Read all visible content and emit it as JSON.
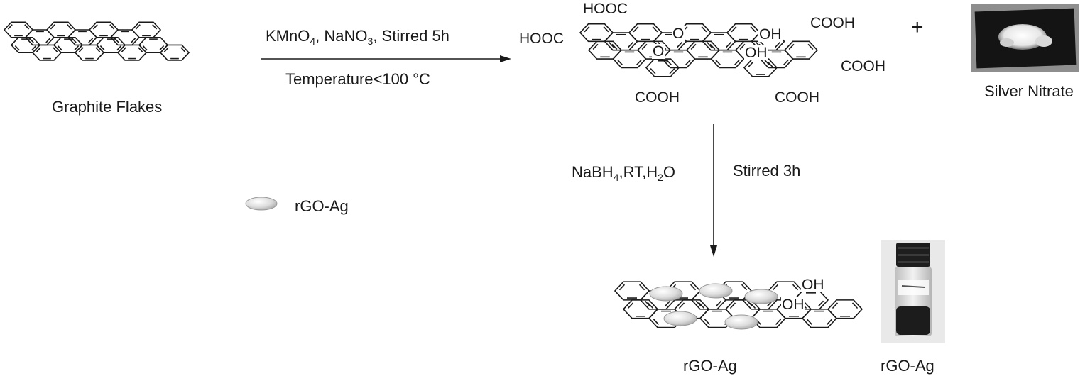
{
  "scheme": {
    "graphite_label": "Graphite Flakes",
    "step1": {
      "reagents": [
        "KMnO",
        "4",
        ", NaNO",
        "3",
        ", Stirred 5h"
      ],
      "conditions": "Temperature<100 °C"
    },
    "go_groups": {
      "cooh_top": "HOOC",
      "cooh_left": "HOOC",
      "cooh_right_top": "COOH",
      "cooh_right_mid": "COOH",
      "cooh_bottom_left": "COOH",
      "cooh_bottom_right": "COOH",
      "oxygen_1": "O",
      "oxygen_2": "O",
      "oh_1": "OH",
      "oh_2": "OH"
    },
    "plus_sign": "+",
    "silver_nitrate_label": "Silver Nitrate",
    "step2": {
      "reagents": [
        "NaBH",
        "4",
        ",RT,H",
        "2",
        "O"
      ],
      "conditions": "Stirred 3h"
    },
    "legend_label": "rGO-Ag",
    "rgo_groups": {
      "oh_1": "OH",
      "oh_2": "OH"
    },
    "product_label": "rGO-Ag",
    "vial_label": "rGO-Ag",
    "colors": {
      "line": "#1a1a1a",
      "nanoparticle": "#d9d9d9",
      "vial_powder": "#1c1c1c"
    }
  }
}
